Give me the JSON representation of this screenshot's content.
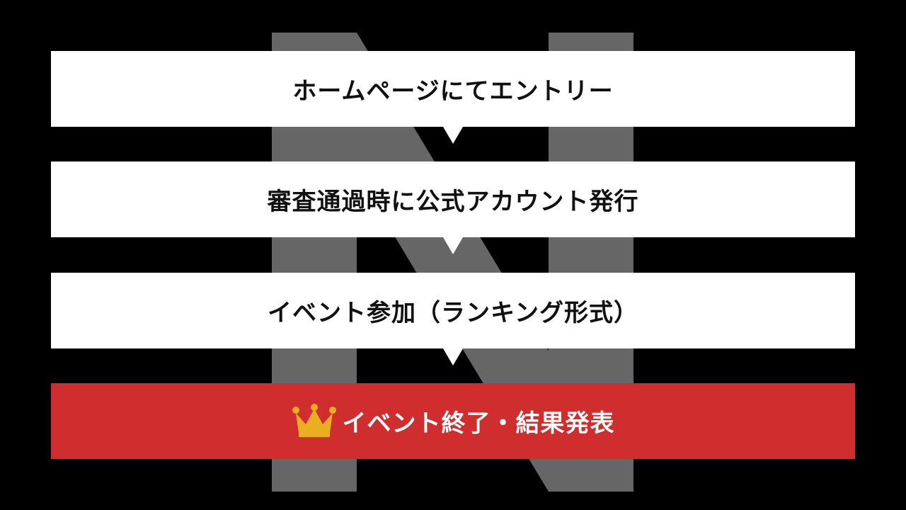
{
  "colors": {
    "background": "#000000",
    "logo_gray": "#666666",
    "step_bg": "#ffffff",
    "step_text": "#111111",
    "final_bg": "#cf2d2e",
    "final_text": "#ffffff",
    "crown": "#e8b020"
  },
  "background_logo": "N-letter-logo",
  "steps": [
    {
      "label": "ホームページにてエントリー"
    },
    {
      "label": "審査通過時に公式アカウント発行"
    },
    {
      "label": "イベント参加（ランキング形式）"
    },
    {
      "label": "イベント終了・結果発表",
      "icon": "crown-icon"
    }
  ]
}
